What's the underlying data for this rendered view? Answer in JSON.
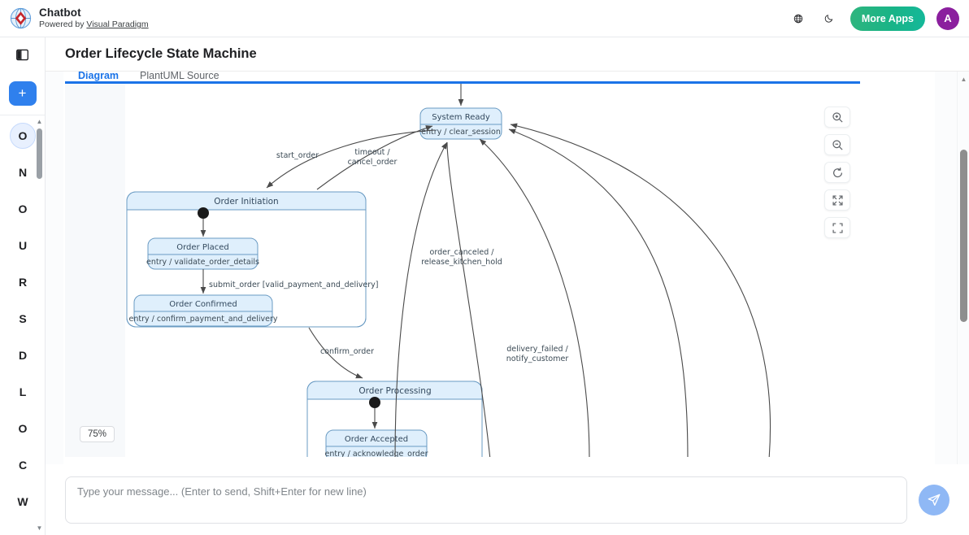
{
  "topbar": {
    "brand_title": "Chatbot",
    "brand_powered_prefix": "Powered by ",
    "brand_powered_link": "Visual Paradigm",
    "language_icon": "globe-icon",
    "theme_icon": "moon-icon",
    "more_apps_label": "More Apps",
    "avatar_initial": "A",
    "avatar_color": "#8b1f9e",
    "more_apps_color": "#19b487"
  },
  "rail": {
    "toggle_icon": "panel-toggle-icon",
    "new_chat_label": "+",
    "new_chat_color": "#2f80ed",
    "items": [
      {
        "label": "O",
        "active": true
      },
      {
        "label": "N",
        "active": false
      },
      {
        "label": "O",
        "active": false
      },
      {
        "label": "U",
        "active": false
      },
      {
        "label": "R",
        "active": false
      },
      {
        "label": "S",
        "active": false
      },
      {
        "label": "D",
        "active": false
      },
      {
        "label": "L",
        "active": false
      },
      {
        "label": "O",
        "active": false
      },
      {
        "label": "C",
        "active": false
      },
      {
        "label": "W",
        "active": false
      }
    ]
  },
  "main": {
    "page_title": "Order Lifecycle State Machine",
    "tabs": [
      {
        "label": "Diagram",
        "active": true
      },
      {
        "label": "PlantUML Source",
        "active": false
      }
    ],
    "zoom_level": "75%",
    "tools": [
      {
        "name": "zoom-in-icon",
        "title": "Zoom in"
      },
      {
        "name": "zoom-out-icon",
        "title": "Zoom out"
      },
      {
        "name": "reset-zoom-icon",
        "title": "Reset"
      },
      {
        "name": "expand-icon",
        "title": "Expand"
      },
      {
        "name": "fit-screen-icon",
        "title": "Fit to screen"
      }
    ]
  },
  "composer": {
    "placeholder": "Type your message... (Enter to send, Shift+Enter for new line)",
    "value": "",
    "send_icon": "send-paper-plane-icon",
    "send_color": "#8fb8f5"
  },
  "chart_data": {
    "type": "diagram",
    "diagram_kind": "uml-state-machine",
    "title": "Order Lifecycle State Machine",
    "states": [
      {
        "id": "system_ready",
        "name": "System Ready",
        "entry": "entry / clear_session",
        "kind": "simple"
      },
      {
        "id": "order_initiation",
        "name": "Order Initiation",
        "entry": "",
        "kind": "composite"
      },
      {
        "id": "order_placed",
        "name": "Order Placed",
        "entry": "entry / validate_order_details",
        "kind": "simple",
        "parent": "order_initiation"
      },
      {
        "id": "order_confirmed",
        "name": "Order Confirmed",
        "entry": "entry / confirm_payment_and_delivery",
        "kind": "simple",
        "parent": "order_initiation"
      },
      {
        "id": "order_processing",
        "name": "Order Processing",
        "entry": "",
        "kind": "composite"
      },
      {
        "id": "order_accepted",
        "name": "Order Accepted",
        "entry": "entry / acknowledge_order",
        "kind": "simple",
        "parent": "order_processing"
      }
    ],
    "transitions": [
      {
        "from": "system_ready",
        "to": "order_initiation",
        "label": "start_order"
      },
      {
        "from": "order_initiation",
        "to": "system_ready",
        "label": "timeout /\ncancel_order"
      },
      {
        "from": "order_initiation",
        "to": "order_processing",
        "label": "confirm_order"
      },
      {
        "from": "order_processing",
        "to": "system_ready",
        "label": "order_canceled /\nrelease_kitchen_hold"
      },
      {
        "from": "order_processing",
        "to": "system_ready",
        "label": "delivery_failed /\nnotify_customer"
      },
      {
        "from": "order_placed",
        "to": "order_confirmed",
        "label": "submit_order [valid_payment_and_delivery]"
      }
    ],
    "edge_labels": [
      "start_order",
      "timeout /",
      "cancel_order",
      "order_canceled /",
      "release_kitchen_hold",
      "delivery_failed /",
      "notify_customer",
      "confirm_order",
      "submit_order [valid_payment_and_delivery]"
    ],
    "colors": {
      "state_fill": "#dfeffc",
      "state_border": "#6a9bc3",
      "text": "#33495e",
      "edge": "#5a5a5a"
    }
  }
}
